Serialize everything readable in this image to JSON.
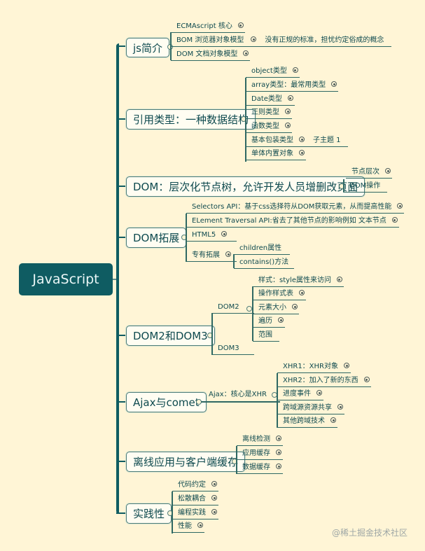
{
  "root": {
    "label": "JavaScript"
  },
  "topics": [
    {
      "label": "js简介",
      "children": [
        {
          "label": "ECMAscript 核心",
          "collapsed": true
        },
        {
          "label": "BOM 浏览器对象模型",
          "collapsed": false,
          "note": "没有正规的标准，担忧约定俗成的概念"
        },
        {
          "label": "DOM 文档对象模型",
          "collapsed": true
        }
      ]
    },
    {
      "label": "引用类型：一种数据结构",
      "children": [
        {
          "label": "object类型",
          "collapsed": true
        },
        {
          "label": "array类型：最常用类型",
          "collapsed": true
        },
        {
          "label": "Date类型",
          "collapsed": true
        },
        {
          "label": "正则类型",
          "collapsed": true
        },
        {
          "label": "函数类型",
          "collapsed": true
        },
        {
          "label": "基本包装类型",
          "collapsed": false,
          "note": "子主题 1"
        },
        {
          "label": "单体内置对象",
          "collapsed": true
        }
      ]
    },
    {
      "label": "DOM：层次化节点树，允许开发人员增删改页面",
      "children": [
        {
          "label": "节点层次",
          "collapsed": true
        },
        {
          "label": "DOM操作",
          "collapsed": false
        }
      ]
    },
    {
      "label": "DOM拓展",
      "children": [
        {
          "label": "Selectors API：基于css选择符从DOM获取元素，从而提高性能",
          "collapsed": true
        },
        {
          "label": "ELement Traversal API:省去了其他节点的影响例如 文本节点",
          "collapsed": true
        },
        {
          "label": "HTML5",
          "collapsed": true
        },
        {
          "label": "专有拓展",
          "collapsed": false,
          "children": [
            {
              "label": "children属性"
            },
            {
              "label": "contains()方法"
            }
          ]
        }
      ]
    },
    {
      "label": "DOM2和DOM3",
      "children": [
        {
          "label": "DOM2",
          "collapsed": false,
          "children": [
            {
              "label": "样式：style属性来访问",
              "collapsed": true
            },
            {
              "label": "操作样式表",
              "collapsed": true
            },
            {
              "label": "元素大小",
              "collapsed": true
            },
            {
              "label": "遍历",
              "collapsed": true
            },
            {
              "label": "范围",
              "collapsed": false
            }
          ]
        },
        {
          "label": "DOM3",
          "collapsed": false
        }
      ]
    },
    {
      "label": "Ajax与comet",
      "children": [
        {
          "label": "Ajax：核心是XHR",
          "collapsed": false,
          "children": [
            {
              "label": "XHR1：XHR对象",
              "collapsed": true
            },
            {
              "label": "XHR2：加入了新的东西",
              "collapsed": true
            },
            {
              "label": "进度事件",
              "collapsed": true
            },
            {
              "label": "跨域源资源共享",
              "collapsed": true
            },
            {
              "label": "其他跨域技术",
              "collapsed": true
            }
          ]
        }
      ]
    },
    {
      "label": "离线应用与客户端缓存",
      "children": [
        {
          "label": "离线检测",
          "collapsed": true
        },
        {
          "label": "应用缓存",
          "collapsed": true
        },
        {
          "label": "数据缓存",
          "collapsed": true
        }
      ]
    },
    {
      "label": "实践性",
      "children": [
        {
          "label": "代码约定",
          "collapsed": true
        },
        {
          "label": "松散耦合",
          "collapsed": true
        },
        {
          "label": "编程实践",
          "collapsed": true
        },
        {
          "label": "性能",
          "collapsed": true
        }
      ]
    }
  ],
  "watermark": "@稀土掘金技术社区"
}
